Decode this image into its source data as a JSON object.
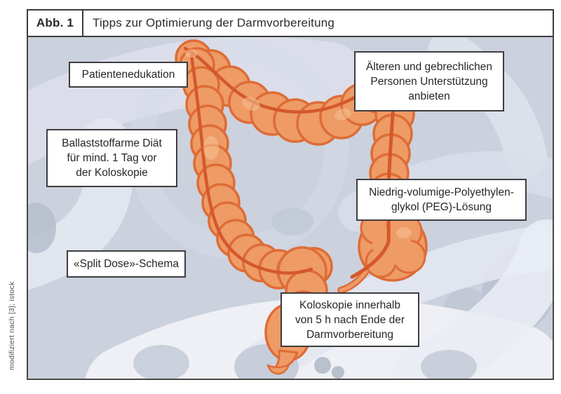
{
  "figure": {
    "label": "Abb. 1",
    "title": "Tipps zur Optimierung der Darmvorbereitung",
    "credit": "modifiziert nach [3]; istock"
  },
  "tips": {
    "patient_education": "Patientenedukation",
    "elderly_support": "Älteren und gebrechlichen\nPersonen Unterstützung\nanbieten",
    "low_fiber_diet": "Ballaststoffarme Diät\nfür mind. 1 Tag vor\nder Koloskopie",
    "low_volume_peg": "Niedrig-volumige-Polyethylen-\nglykol (PEG)-Lösung",
    "split_dose": "«Split Dose»-Schema",
    "colonoscopy_timing": "Koloskopie innerhalb\nvon 5 h nach Ende der\nDarmvorbereitung"
  },
  "illustration": {
    "subject": "large-intestine-colon-illustration"
  },
  "colors": {
    "colon_fill": "#EE9B66",
    "colon_outline": "#DE6C36",
    "taenia_line": "#D4582B",
    "background": "#CCD1DE",
    "box_border": "#3D3D3F"
  }
}
